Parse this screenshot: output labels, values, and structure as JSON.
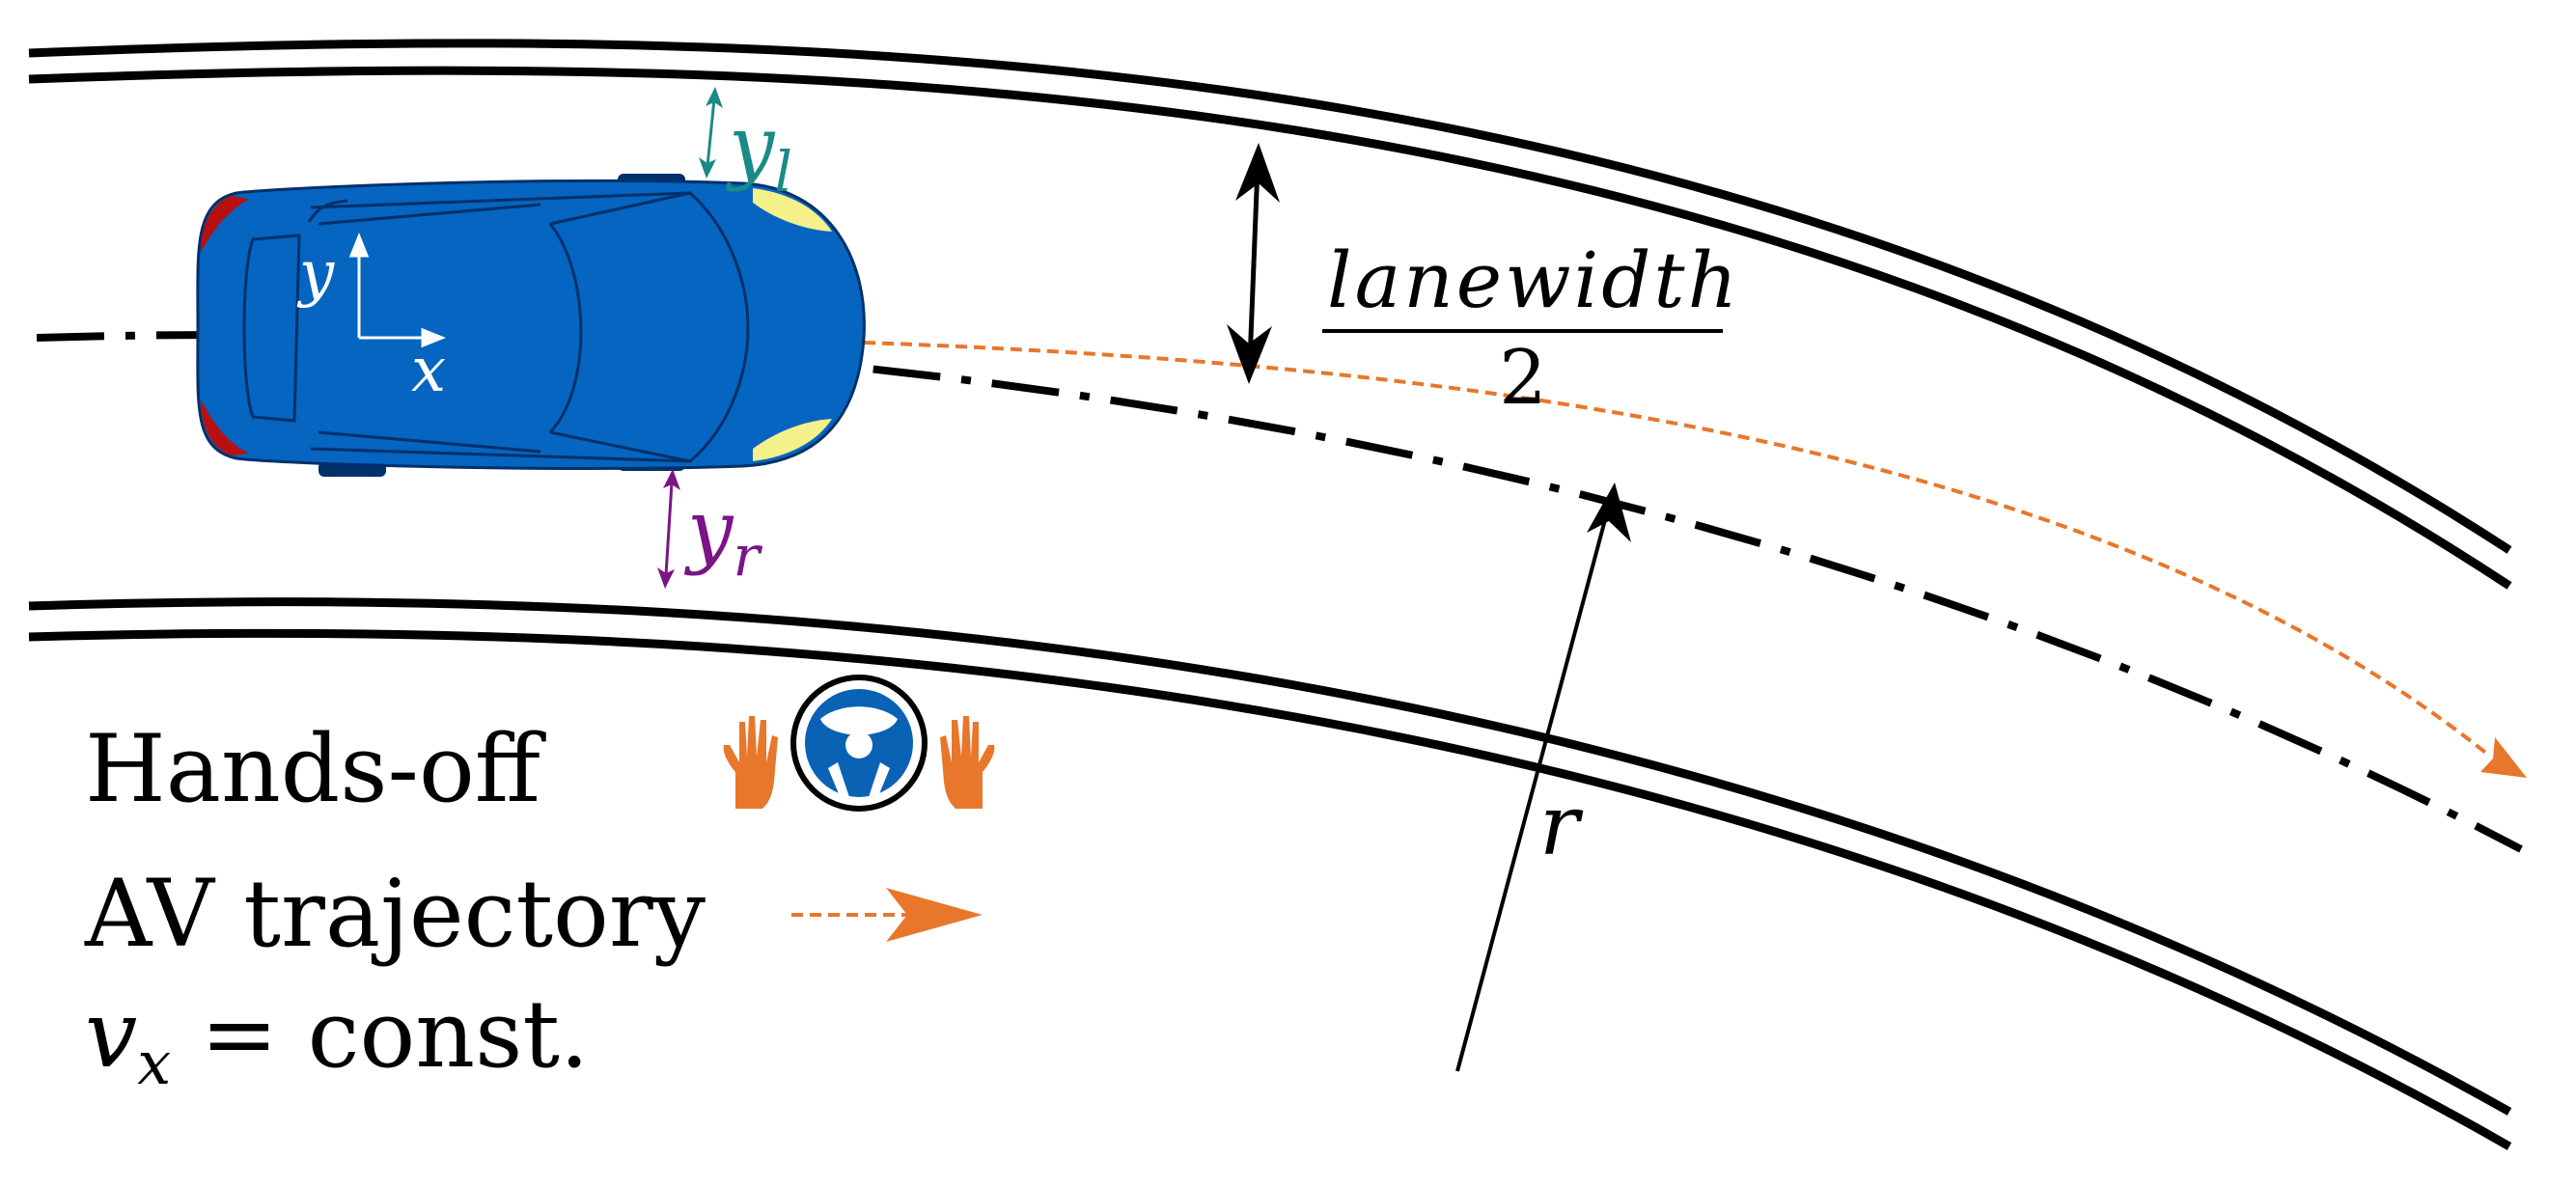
{
  "colors": {
    "road": "#000000",
    "car_body": "#0565c0",
    "car_outline": "#02306a",
    "tail_light": "#b81010",
    "head_light": "#f4f08a",
    "trajectory": "#e8772b",
    "left_offset": "#1a8a86",
    "right_offset": "#7a1487",
    "wheel_ring": "#0a62b5"
  },
  "labels": {
    "axis_y": "y",
    "axis_x": "x",
    "y_left": {
      "base": "y",
      "sub": "l"
    },
    "y_right": {
      "base": "y",
      "sub": "r"
    },
    "lanewidth_num": "lanewidth",
    "lanewidth_den": "2",
    "radius": "r"
  },
  "legend": {
    "hands_off": "Hands-off",
    "av_trajectory": "AV trajectory",
    "velocity_base": "v",
    "velocity_sub": "x",
    "velocity_rest": " = const."
  },
  "icons": {
    "steering": "steering-wheel-icon",
    "hand": "hand-icon",
    "arrow": "trajectory-arrow-icon"
  }
}
